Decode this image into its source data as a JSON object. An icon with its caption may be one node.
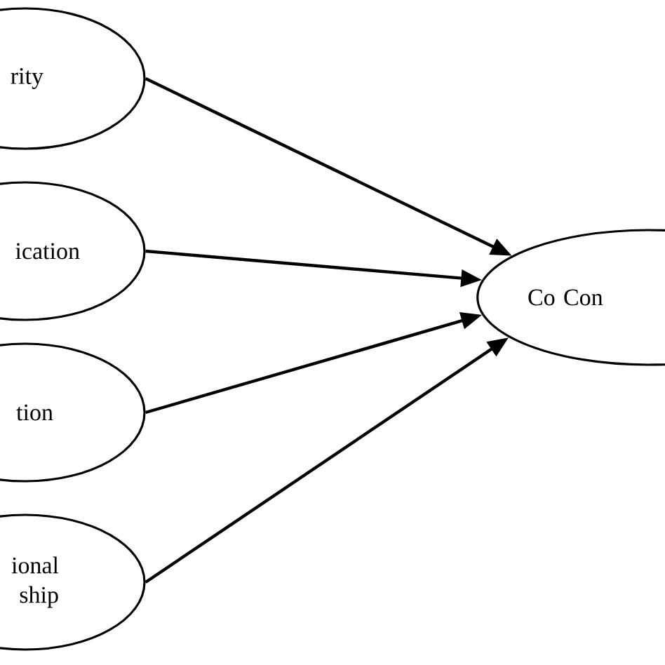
{
  "diagram": {
    "nodes": [
      {
        "text": [
          "rity"
        ]
      },
      {
        "text": [
          "ication"
        ]
      },
      {
        "text": [
          "tion"
        ]
      },
      {
        "text": [
          "ional ship"
        ]
      },
      {
        "text": [
          "Co Con"
        ]
      }
    ],
    "edges": [
      {
        "from": 0,
        "to": 4,
        "arrow": "to"
      },
      {
        "from": 1,
        "to": 4,
        "arrow": "to"
      },
      {
        "from": 2,
        "to": 4,
        "arrow": "to"
      },
      {
        "from": 3,
        "to": 4,
        "arrow": "to"
      }
    ]
  }
}
